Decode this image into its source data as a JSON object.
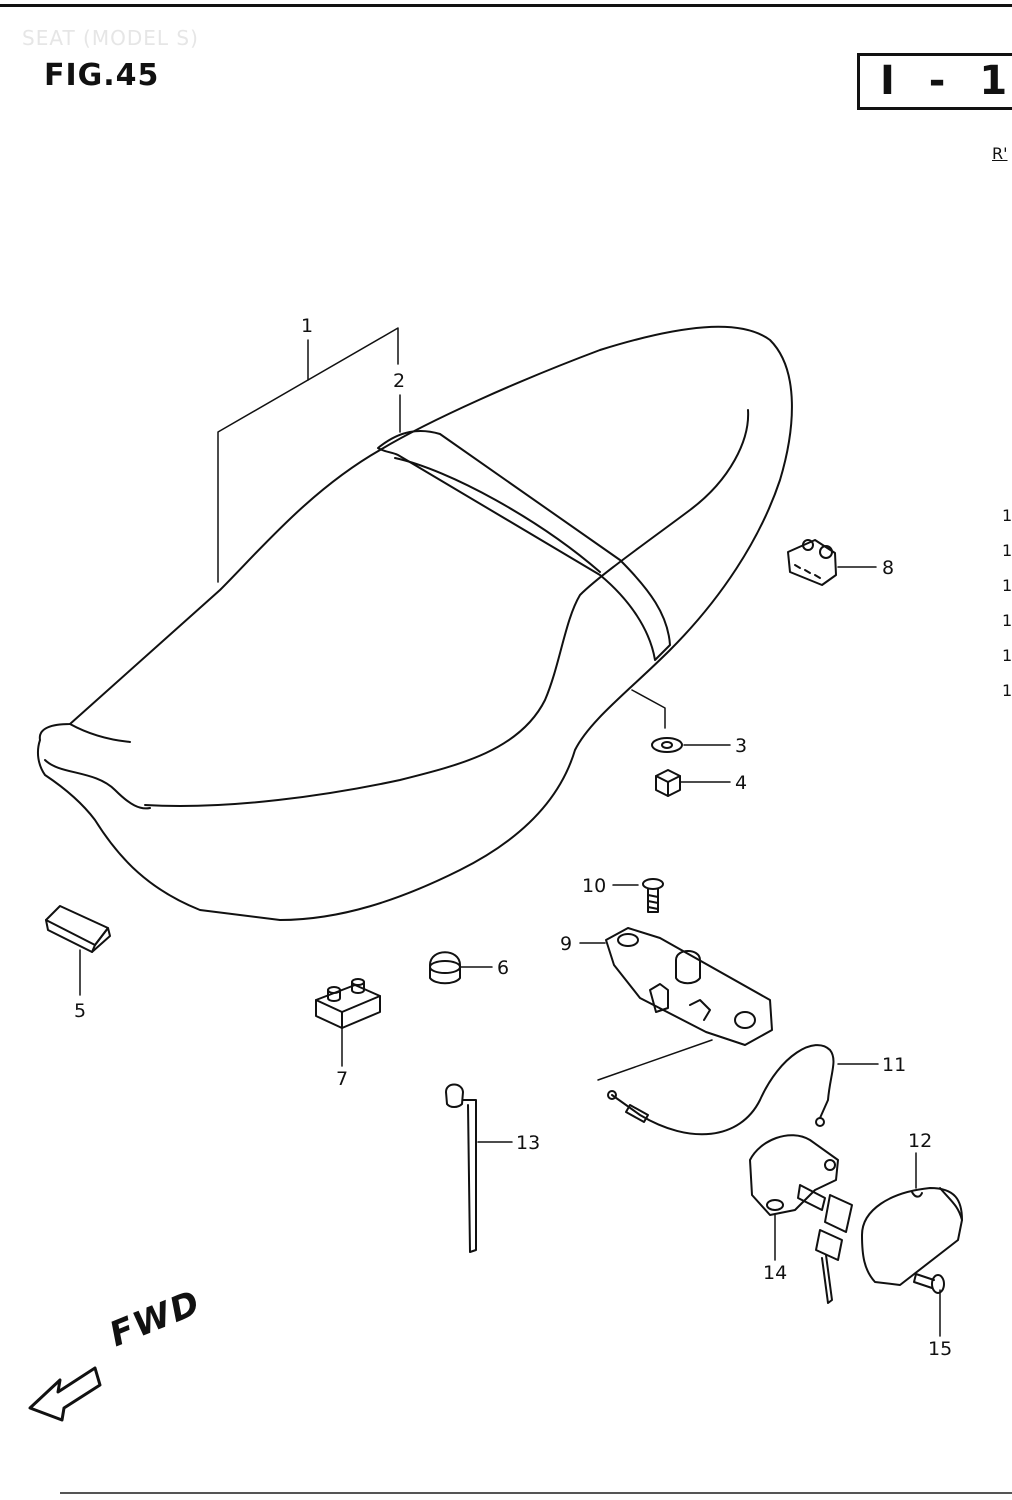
{
  "header": {
    "faint_title": "SEAT (MODEL S)",
    "figure_label": "FIG.45",
    "reference_code": "I - 1"
  },
  "edge_text": {
    "top_right": "R'",
    "side_numbers": [
      "1",
      "1",
      "1",
      "1",
      "1",
      "1"
    ]
  },
  "callouts": [
    {
      "id": "part-1",
      "label": "1"
    },
    {
      "id": "part-2",
      "label": "2"
    },
    {
      "id": "part-3",
      "label": "3"
    },
    {
      "id": "part-4",
      "label": "4"
    },
    {
      "id": "part-5",
      "label": "5"
    },
    {
      "id": "part-6",
      "label": "6"
    },
    {
      "id": "part-7",
      "label": "7"
    },
    {
      "id": "part-8",
      "label": "8"
    },
    {
      "id": "part-9",
      "label": "9"
    },
    {
      "id": "part-10",
      "label": "10"
    },
    {
      "id": "part-11",
      "label": "11"
    },
    {
      "id": "part-12",
      "label": "12"
    },
    {
      "id": "part-13",
      "label": "13"
    },
    {
      "id": "part-14",
      "label": "14"
    },
    {
      "id": "part-15",
      "label": "15"
    }
  ],
  "direction": {
    "label": "FWD"
  },
  "colors": {
    "line": "#111111",
    "background": "#ffffff"
  }
}
